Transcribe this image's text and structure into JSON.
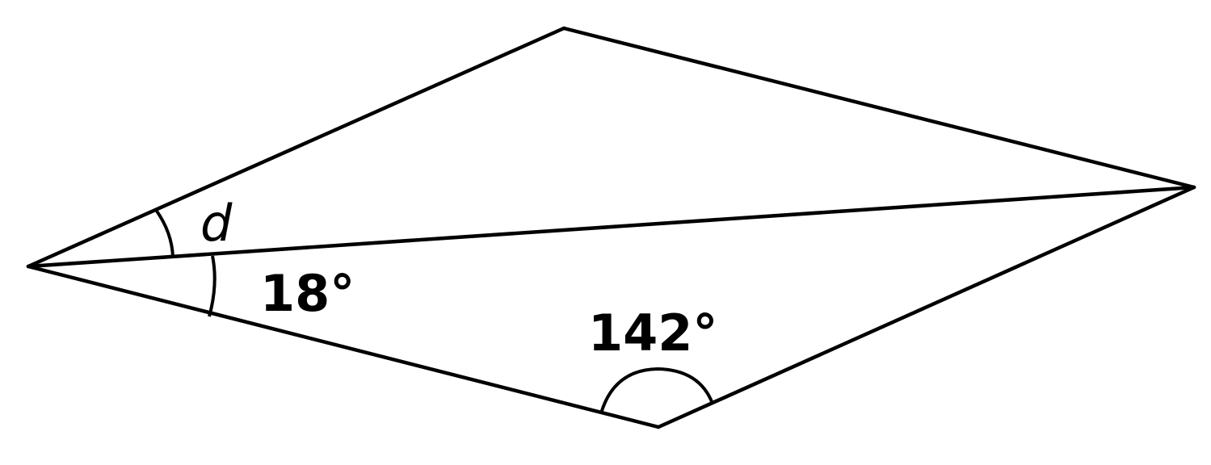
{
  "diagram": {
    "shape": "rhombus",
    "labels": {
      "angle_unknown": "d",
      "angle_small": "18°",
      "angle_obtuse": "142°"
    },
    "colors": {
      "stroke": "#000000",
      "background": "#ffffff"
    }
  }
}
